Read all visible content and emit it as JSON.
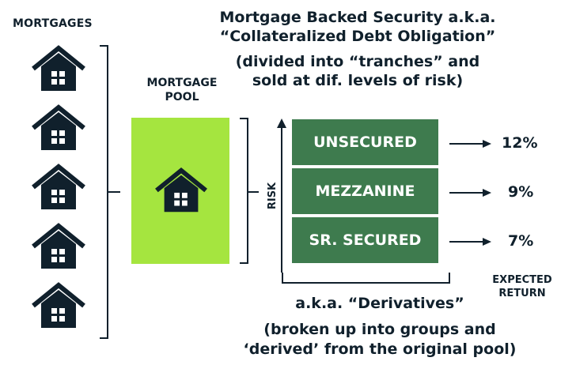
{
  "mortgages_label": "MORTGAGES",
  "house_count": 5,
  "icon": "house-icon",
  "pool_label_line1": "MORTGAGE",
  "pool_label_line2": "POOL",
  "title_line1": "Mortgage Backed Security a.k.a.",
  "title_line2": "“Collateralized Debt Obligation”",
  "subtitle_line1": "(divided into “tranches” and",
  "subtitle_line2": "sold at dif. levels of risk)",
  "risk_label": "RISK",
  "tranches": [
    {
      "label": "UNSECURED",
      "return": "12%"
    },
    {
      "label": "MEZZANINE",
      "return": "9%"
    },
    {
      "label": "SR. SECURED",
      "return": "7%"
    }
  ],
  "expected_line1": "EXPECTED",
  "expected_line2": "RETURN",
  "derivatives_line": "a.k.a. “Derivatives”",
  "derivatives_sub1": "(broken up into groups and",
  "derivatives_sub2": "‘derived’ from the original pool)",
  "colors": {
    "dark": "#10202c",
    "tranche_green": "#3e7b4e",
    "pool_green": "#a5e53f",
    "white": "#ffffff"
  }
}
